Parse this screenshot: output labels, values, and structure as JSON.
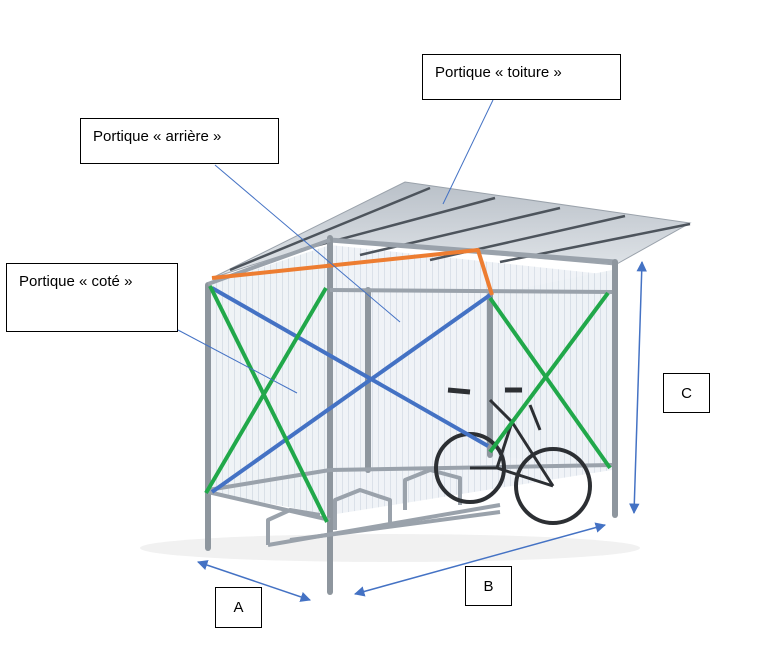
{
  "labels": {
    "toiture": "Portique « toiture »",
    "arriere": "Portique « arrière »",
    "cote": "Portique « coté »"
  },
  "dimensions": {
    "a": "A",
    "b": "B",
    "c": "C"
  },
  "colors": {
    "roof_frame": "#ed7d31",
    "rear_bracing": "#4472c4",
    "side_bracing": "#21a84a",
    "callout_leader": "#4472c4",
    "dimension_arrow": "#4472c4"
  }
}
